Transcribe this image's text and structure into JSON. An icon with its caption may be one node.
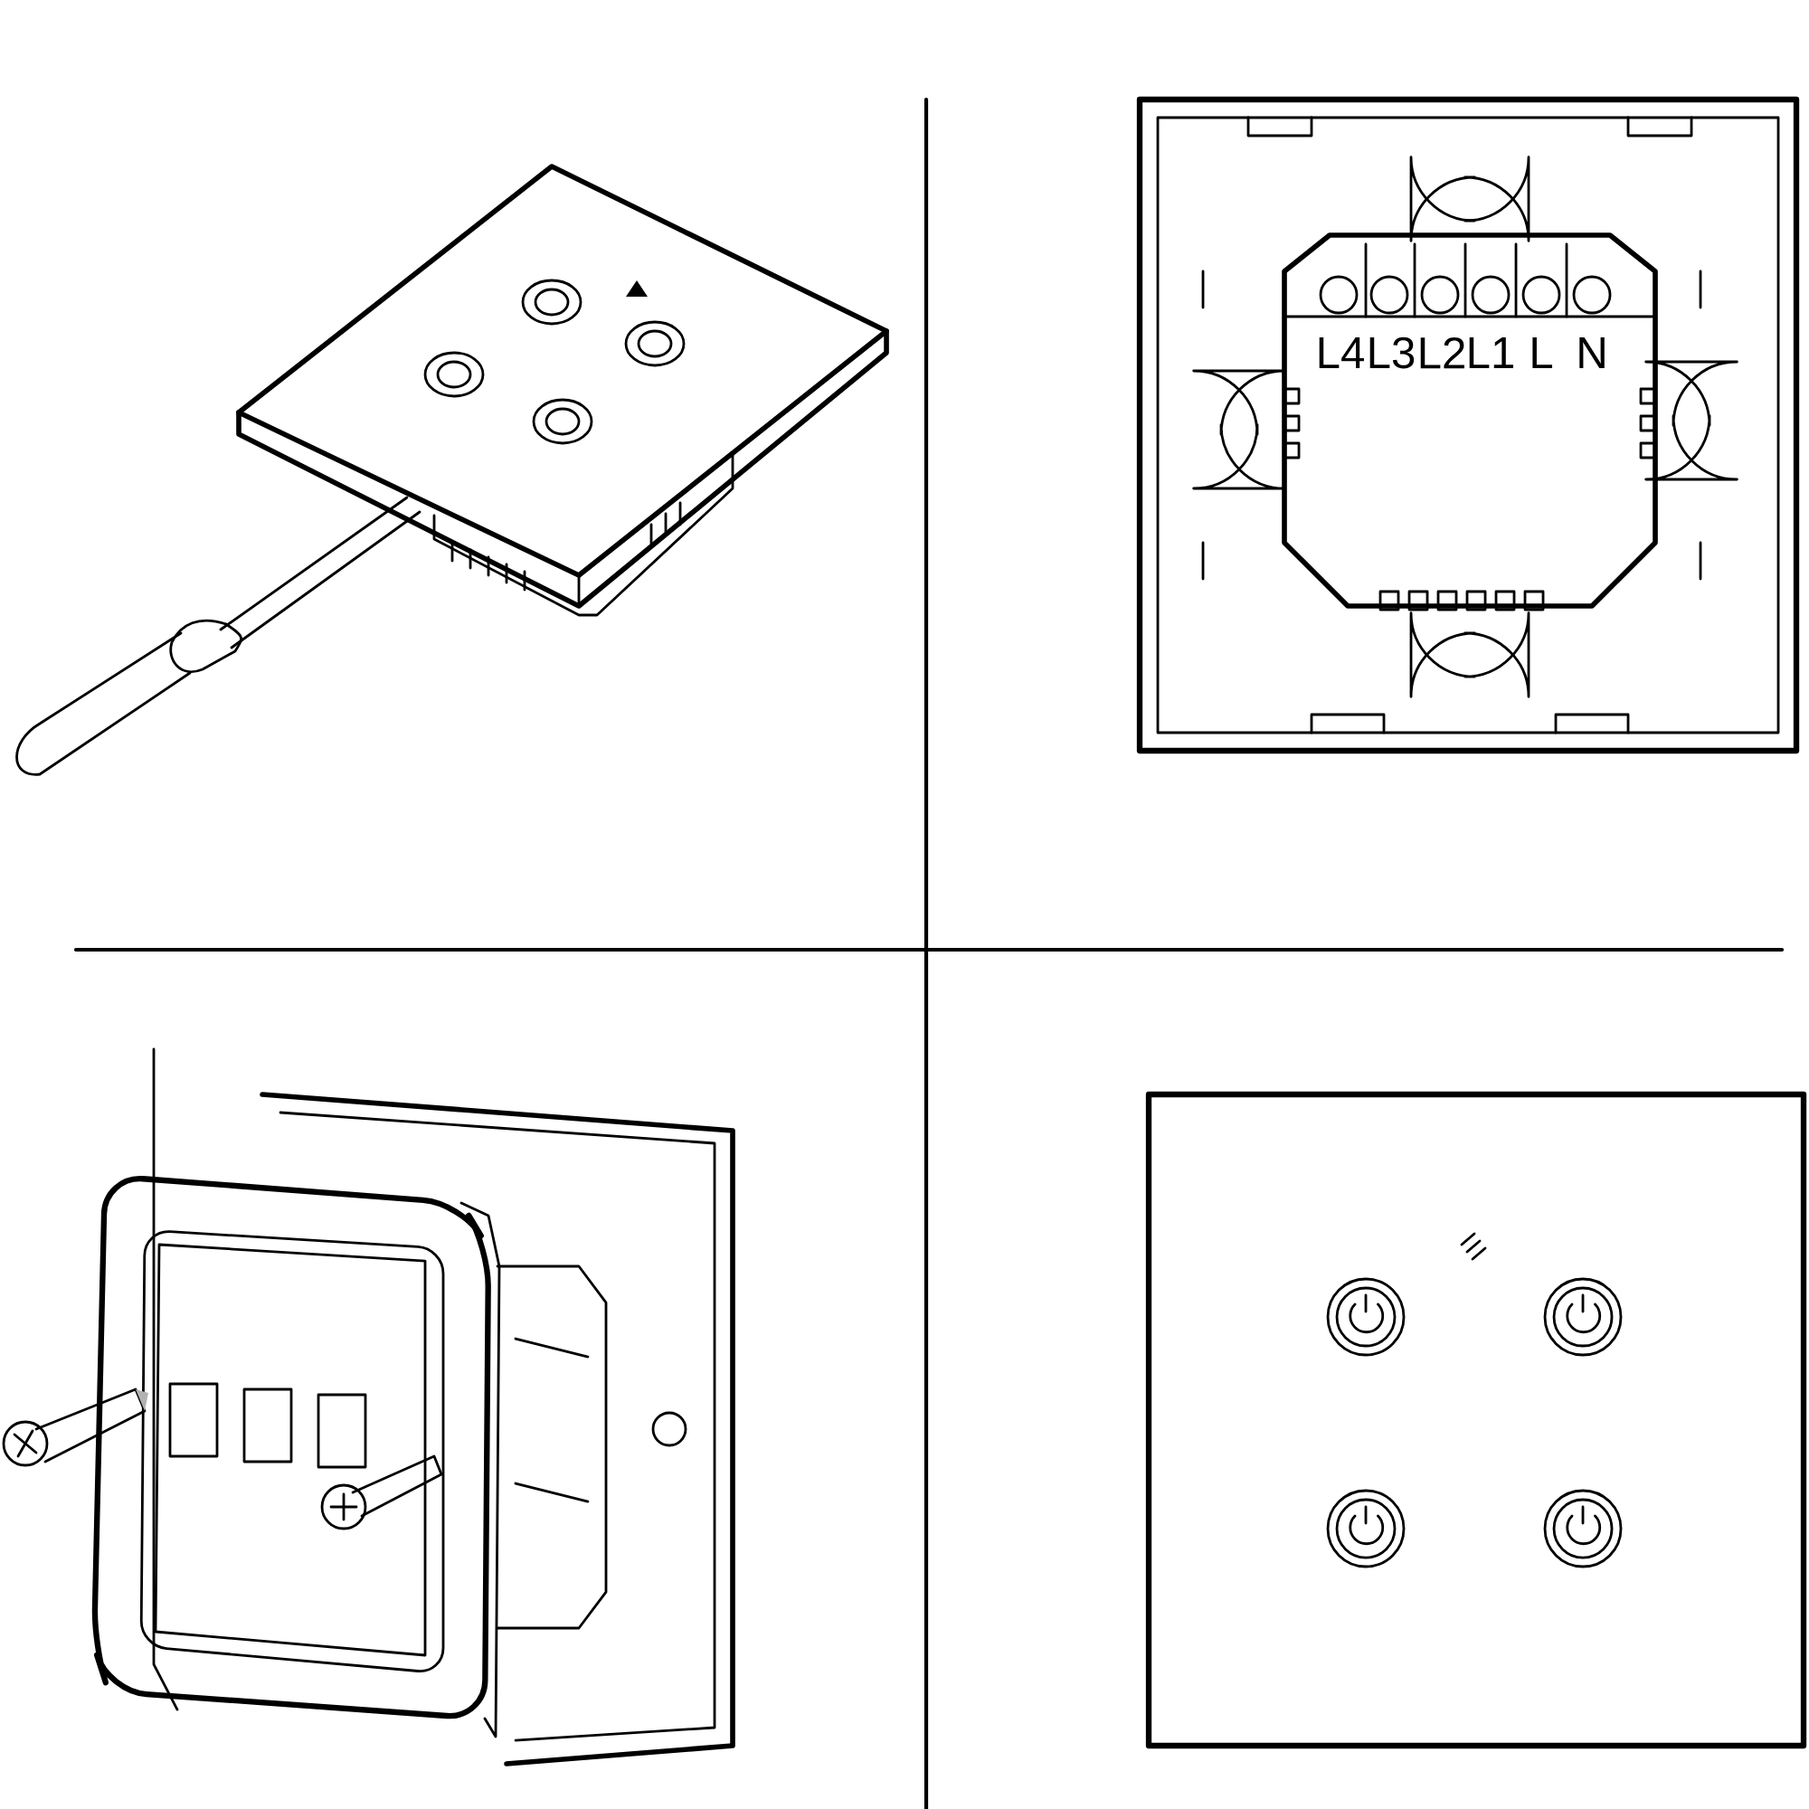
{
  "diagram": {
    "labels": [
      "L4",
      "L3",
      "L2",
      "L1",
      "L",
      "N"
    ]
  }
}
